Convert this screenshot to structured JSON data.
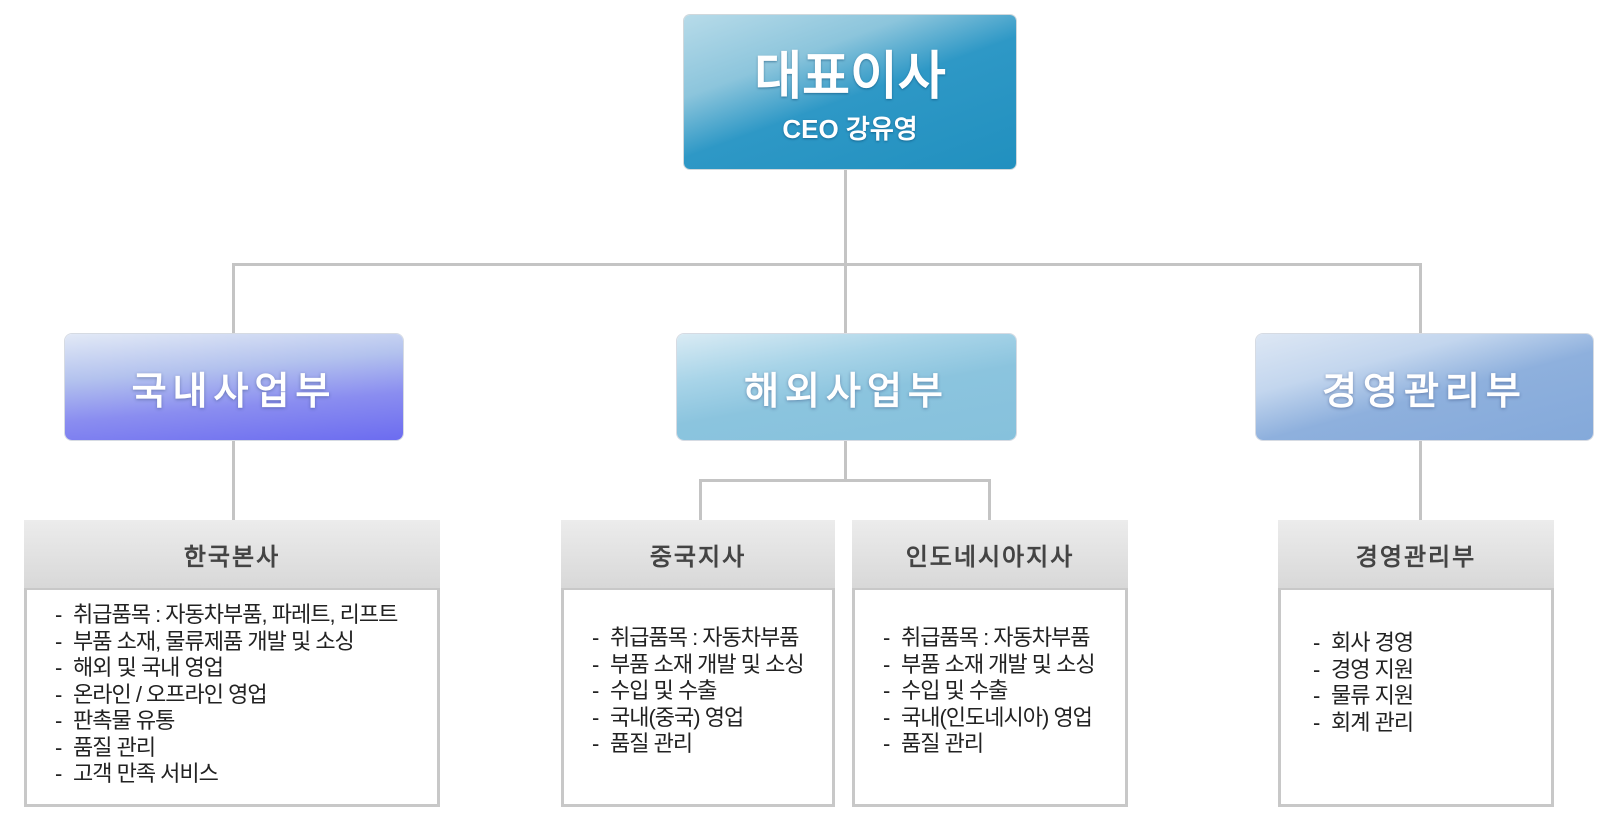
{
  "ceo": {
    "title": "대표이사",
    "subtitle": "CEO 강유영"
  },
  "departments": [
    {
      "name": "국내사업부"
    },
    {
      "name": "해외사업부"
    },
    {
      "name": "경영관리부"
    }
  ],
  "branches": {
    "korea": {
      "title": "한국본사",
      "items": [
        "취급품목 : 자동차부품, 파레트, 리프트",
        "부품 소재, 물류제품 개발 및 소싱",
        "해외 및 국내 영업",
        "온라인 / 오프라인 영업",
        "판촉물 유통",
        "품질 관리",
        "고객 만족 서비스"
      ]
    },
    "china": {
      "title": "중국지사",
      "items": [
        "취급품목 : 자동차부품",
        "부품 소재 개발 및 소싱",
        "수입 및 수출",
        "국내(중국) 영업",
        "품질 관리"
      ]
    },
    "indonesia": {
      "title": "인도네시아지사",
      "items": [
        "취급품목 : 자동차부품",
        "부품 소재 개발 및 소싱",
        "수입 및 수출",
        "국내(인도네시아) 영업",
        "품질 관리"
      ]
    },
    "management": {
      "title": "경영관리부",
      "items": [
        "회사 경영",
        "경영 지원",
        "물류 지원",
        "회계 관리"
      ]
    }
  },
  "dash": "-"
}
